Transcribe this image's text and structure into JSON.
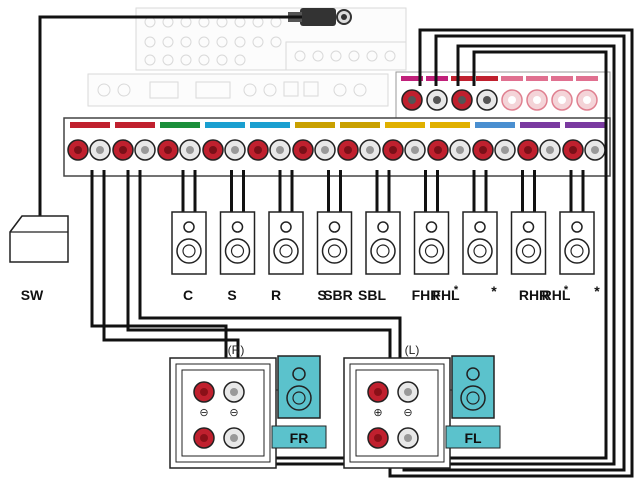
{
  "subwoofer": {
    "label": "SW"
  },
  "surround_speakers": {
    "labels": [
      "C",
      "S",
      "R",
      "S",
      "SBR",
      "SBL",
      "FHR",
      "FHL",
      "*",
      "RHR",
      "RHL",
      "*"
    ],
    "label_notes": [
      "",
      "",
      "",
      "",
      "",
      "",
      "",
      "*",
      "",
      "",
      "*",
      ""
    ]
  },
  "bi_amp_right": {
    "channel": "(R)",
    "speaker_label": "FR",
    "plus_symbol": "⊖",
    "minus_symbol": "⊖"
  },
  "bi_amp_left": {
    "channel": "(L)",
    "speaker_label": "FL",
    "plus_symbol": "⊕",
    "minus_symbol": "⊖"
  },
  "colors": {
    "terminal_red": "#c0202e",
    "terminal_white": "#e8e8e8",
    "speaker_blue": "#5bc2cc",
    "cable": "#111111",
    "panel_bg": "#ffffff"
  },
  "channel_label_colors": [
    "#c0202e",
    "#c0202e",
    "#1a8f3a",
    "#1a9fd0",
    "#1a9fd0",
    "#c9a000",
    "#c9a000",
    "#e0b000",
    "#e0b000",
    "#4a8fd0",
    "#7a3aa0",
    "#7a3aa0"
  ],
  "preout_label_colors": [
    "#c0207a",
    "#c0207a",
    "#c0202e",
    "#c0202e",
    "#e07090",
    "#e07090",
    "#e07090",
    "#e07090"
  ]
}
